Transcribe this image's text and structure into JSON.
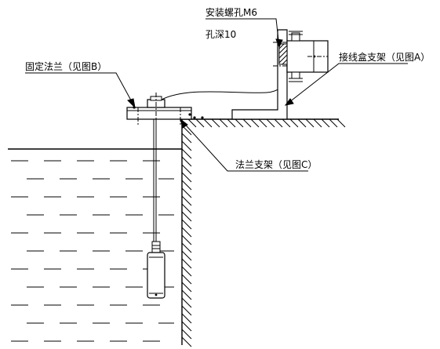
{
  "labels": {
    "mount_screw": "安装螺孔M6",
    "hole_depth": "孔深10",
    "fixed_flange": "固定法兰（见图B）",
    "junction_bracket": "接线盒支架（见图A）",
    "flange_bracket": "法兰支架（见图C）"
  },
  "colors": {
    "line": "#000000",
    "background": "#ffffff"
  }
}
